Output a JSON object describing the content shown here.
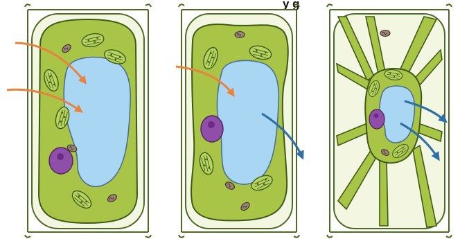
{
  "image": {
    "caption_fragment": "y g",
    "panels": [
      {
        "id": "turgid",
        "name": "left-cell"
      },
      {
        "id": "partially-plasmolysed",
        "name": "middle-cell"
      },
      {
        "id": "plasmolysed",
        "name": "right-cell"
      }
    ],
    "icons": {
      "water_in_arrow": "water-inflow-arrow-icon",
      "water_out_arrow": "water-outflow-arrow-icon"
    }
  },
  "colors": {
    "cell_wall_fill": "#f3f7e2",
    "cell_wall_stroke": "#4c6b20",
    "cytoplasm": "#a9c548",
    "vacuole": "#a8d6f3",
    "vacuole_stroke": "#4b6f8c",
    "nucleus": "#8f4fa8",
    "nucleolus": "#6d2a86",
    "chloroplast": "#b8d460",
    "mitochondrion": "#9a8373",
    "arrow_in": "#e9823b",
    "arrow_out": "#2f6fa6",
    "outline": "#3e5a16"
  }
}
